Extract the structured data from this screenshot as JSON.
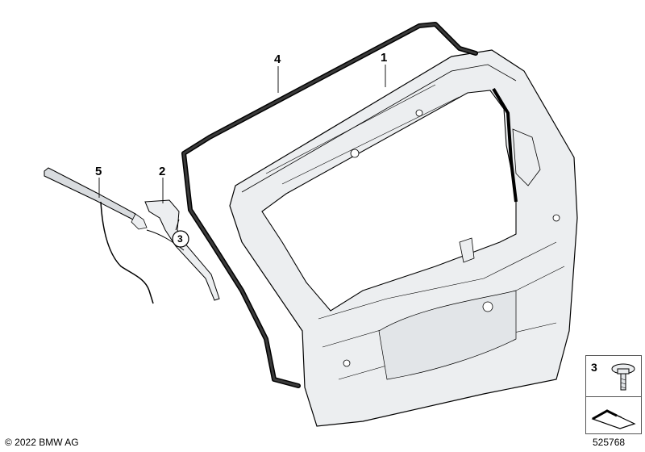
{
  "callouts": {
    "tailgate": "1",
    "hinge": "2",
    "bolt": "3",
    "seal": "4",
    "gas_strut": "5"
  },
  "legend": {
    "bolt_number": "3"
  },
  "footer": {
    "copyright": "© 2022 BMW AG",
    "diagram_id": "525768"
  },
  "colors": {
    "line": "#000000",
    "panel_fill": "#eceef0",
    "seal_fill": "#3a3a3a"
  }
}
